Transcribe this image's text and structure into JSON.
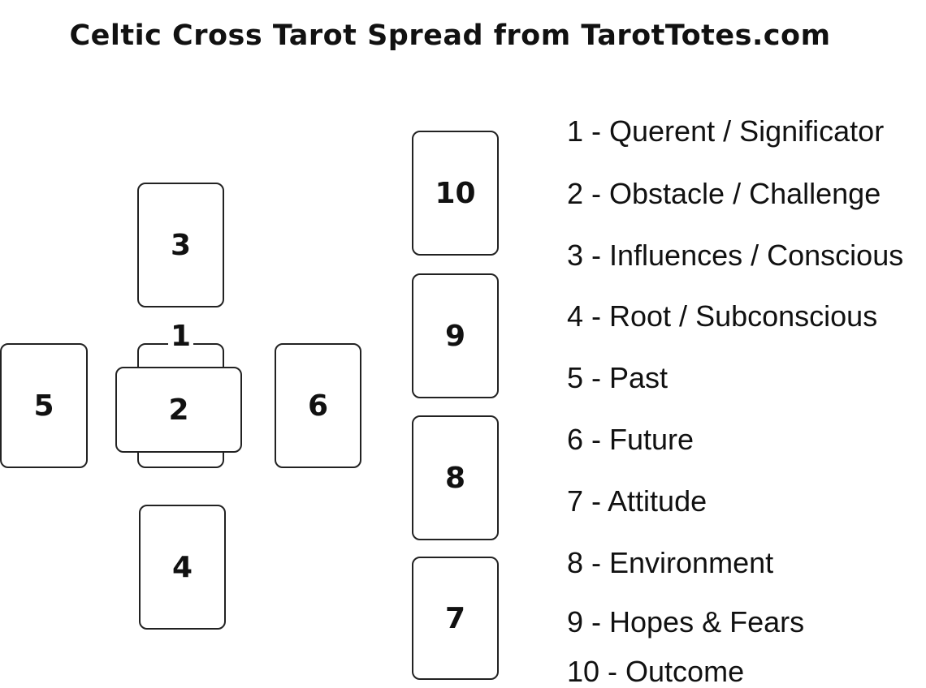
{
  "title": "Celtic Cross Tarot Spread from TarotTotes.com",
  "cards": [
    {
      "id": "1",
      "label": "1"
    },
    {
      "id": "2",
      "label": "2"
    },
    {
      "id": "3",
      "label": "3"
    },
    {
      "id": "4",
      "label": "4"
    },
    {
      "id": "5",
      "label": "5"
    },
    {
      "id": "6",
      "label": "6"
    },
    {
      "id": "7",
      "label": "7"
    },
    {
      "id": "8",
      "label": "8"
    },
    {
      "id": "9",
      "label": "9"
    },
    {
      "id": "10",
      "label": "10"
    }
  ],
  "legend": [
    "1 - Querent / Significator",
    "2 - Obstacle / Challenge",
    "3 - Influences / Conscious",
    "4 - Root / Subconscious",
    "5 - Past",
    "6 - Future",
    "7 - Attitude",
    "8 - Environment",
    "9 - Hopes & Fears",
    "10 - Outcome"
  ]
}
